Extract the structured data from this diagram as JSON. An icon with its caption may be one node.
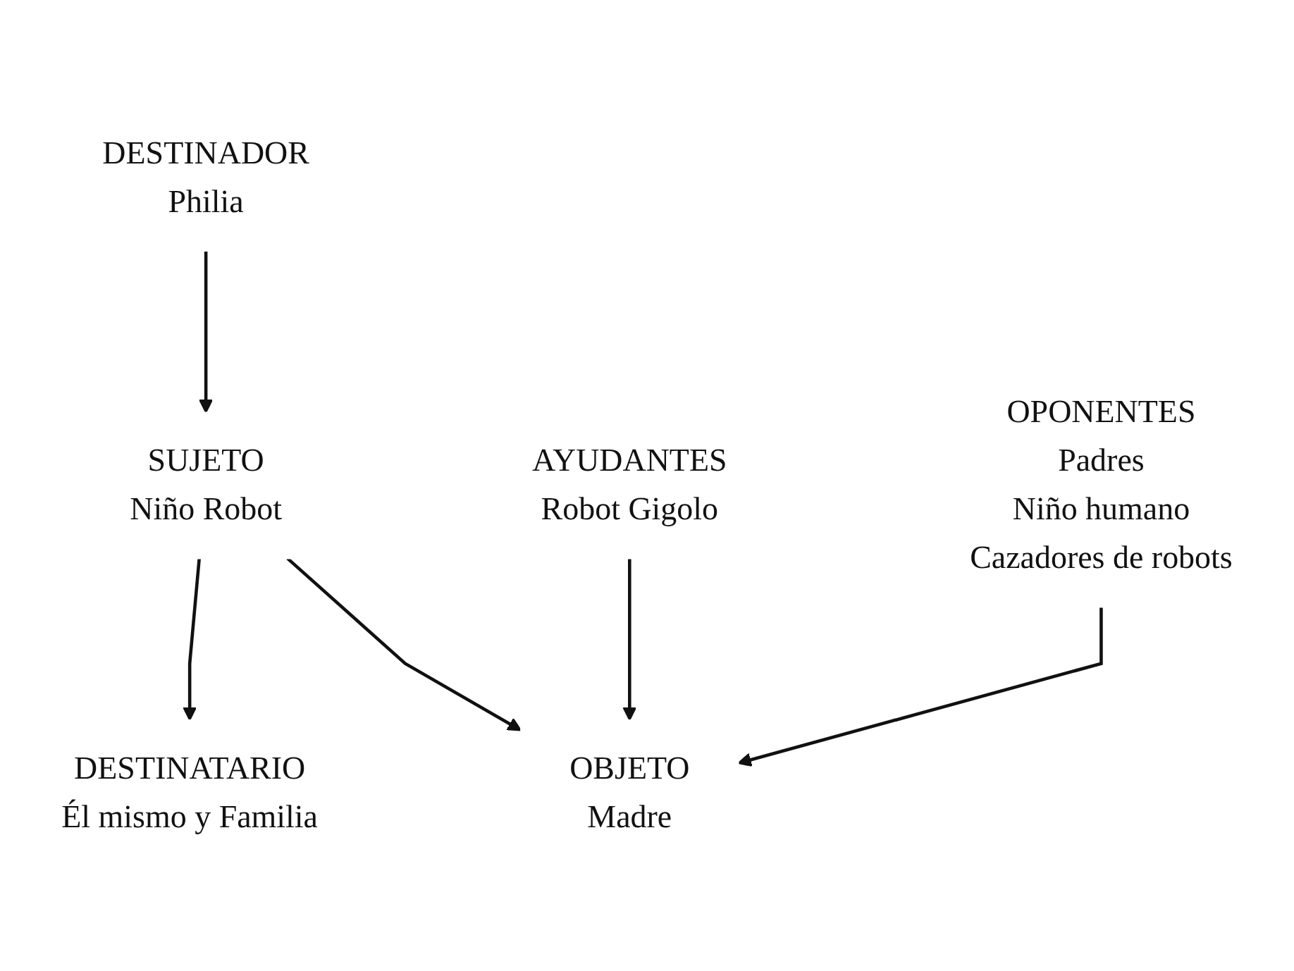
{
  "diagram": {
    "nodes": [
      {
        "text": [
          "DESTINADOR",
          "Philia"
        ]
      },
      {
        "text": [
          "DESTINATARIO",
          "Él mismo y Familia"
        ]
      },
      {
        "text": [
          "SUJETO",
          "Niño Robot"
        ]
      },
      {
        "text": [
          "OBJETO",
          "Madre"
        ]
      },
      {
        "text": [
          "AYUDANTES",
          "Robot Gigolo"
        ]
      },
      {
        "text": [
          "OPONENTES",
          "Padres",
          "Niño humano",
          "Cazadores de robots"
        ]
      }
    ],
    "edges": [
      {
        "from": 0,
        "to": 2,
        "arrow": "to"
      },
      {
        "from": 2,
        "to": 1,
        "arrow": "to"
      },
      {
        "from": 2,
        "to": 3,
        "arrow": "to"
      },
      {
        "from": 4,
        "to": 3,
        "arrow": "to"
      },
      {
        "from": 5,
        "to": 3,
        "arrow": "to"
      }
    ]
  }
}
